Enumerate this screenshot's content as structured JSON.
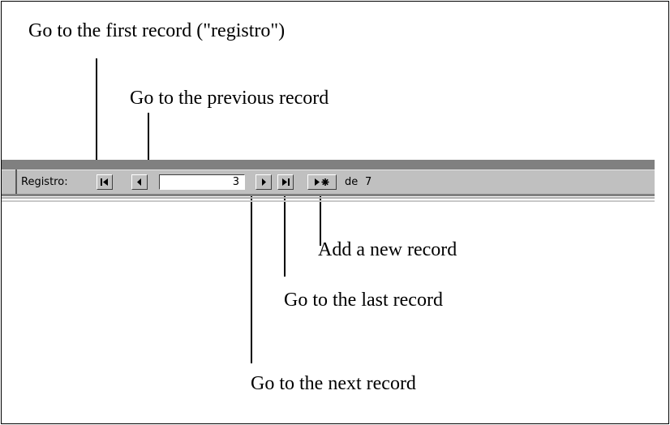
{
  "callouts": {
    "first": "Go to the first record (\"registro\")",
    "previous": "Go to the previous record",
    "new": "Add a new record",
    "last": "Go to the last record",
    "next": "Go to the next record"
  },
  "navbar": {
    "label": "Registro:",
    "current_record": "3",
    "total_prefix": "de",
    "total_records": "7",
    "buttons": {
      "first": "first-record-icon",
      "previous": "previous-record-icon",
      "next": "next-record-icon",
      "last": "last-record-icon",
      "new": "new-record-icon"
    }
  },
  "colors": {
    "bar_face": "#c0c0c0",
    "bar_shadow": "#808080",
    "text": "#000000"
  }
}
